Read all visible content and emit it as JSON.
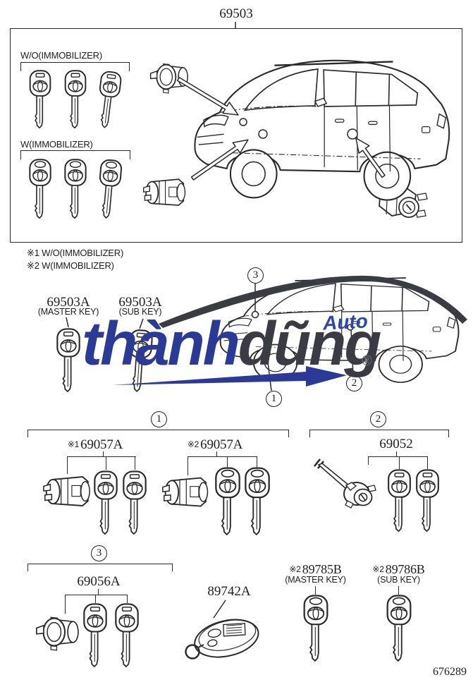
{
  "page": {
    "main_part_number": "69503",
    "page_code": "676289"
  },
  "top_box": {
    "without_immobilizer_label": "W/O(IMMOBILIZER)",
    "with_immobilizer_label": "W(IMMOBILIZER)"
  },
  "notes": {
    "note1": "※1 W/O(IMMOBILIZER)",
    "note2": "※2 W(IMMOBILIZER)"
  },
  "key_set": {
    "master": {
      "number": "69503A",
      "name": "(MASTER KEY)"
    },
    "sub": {
      "number": "69503A",
      "name": "(SUB KEY)"
    }
  },
  "callouts": {
    "c1": "1",
    "c2": "2",
    "c3": "3"
  },
  "sections": {
    "s1": {
      "callout": "1",
      "variant1": {
        "prefix": "※1",
        "number": "69057A"
      },
      "variant2": {
        "prefix": "※2",
        "number": "69057A"
      }
    },
    "s2": {
      "callout": "2",
      "number": "69052"
    },
    "s3": {
      "callout": "3",
      "number": "69056A"
    }
  },
  "bottom_parts": {
    "transmitter": {
      "number": "89742A"
    },
    "master": {
      "prefix": "※2",
      "number": "89785B",
      "name": "(MASTER KEY)"
    },
    "sub": {
      "prefix": "※2",
      "number": "89786B",
      "name": "(SUB KEY)"
    }
  },
  "watermark": {
    "part1": "thành",
    "part2": "dũng",
    "tagline": "Auto",
    "registered": "®",
    "colors": {
      "blue": "#2b3a97",
      "dark": "#3b3b43",
      "gray": "#6d6e71"
    }
  },
  "diagram_color": "#2a2a2a"
}
